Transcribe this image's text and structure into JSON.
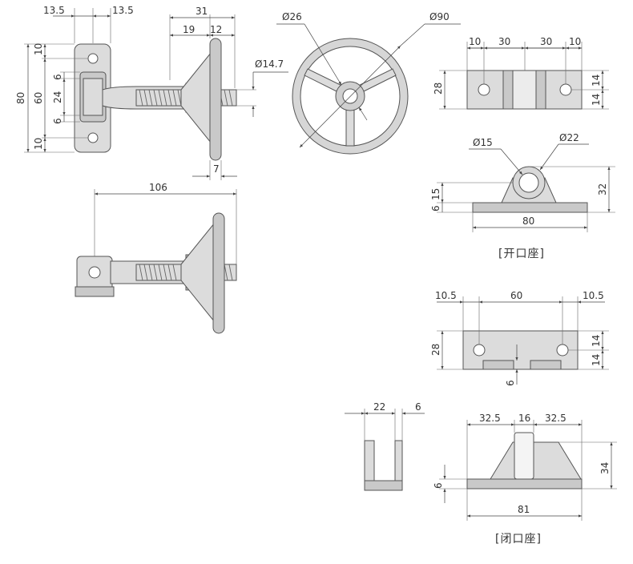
{
  "top_view": {
    "w_left": "13.5",
    "w_right": "13.5",
    "h_top": "10",
    "h_total": "80",
    "h_mid": "60",
    "h_gap1": "6",
    "h_inner": "24",
    "h_gap2": "6",
    "h_bottom": "10",
    "hub_total": "31",
    "hub_a": "19",
    "hub_b": "12",
    "thread_dia": "Ø14.7",
    "tip": "7"
  },
  "wheel": {
    "hub_dia": "Ø26",
    "outer_dia": "Ø90"
  },
  "side_view": {
    "length": "106"
  },
  "open_seat_top": {
    "d1": "10",
    "d2": "30",
    "d3": "30",
    "d4": "10",
    "height": "28",
    "h_top": "14",
    "h_bot": "14"
  },
  "open_seat_front": {
    "hole_dia": "Ø15",
    "boss_dia": "Ø22",
    "h_a": "15",
    "h_b": "6",
    "height": "32",
    "width": "80",
    "caption": "[开口座]"
  },
  "closed_seat_top": {
    "d1": "10.5",
    "d2": "60",
    "d3": "10.5",
    "height": "28",
    "h_top": "14",
    "h_bot": "14",
    "slot": "6"
  },
  "closed_seat_side": {
    "width": "22",
    "thick": "6"
  },
  "closed_seat_front": {
    "d1": "32.5",
    "d2": "16",
    "d3": "32.5",
    "height": "34",
    "base": "6",
    "width": "81",
    "caption": "[闭口座]"
  }
}
